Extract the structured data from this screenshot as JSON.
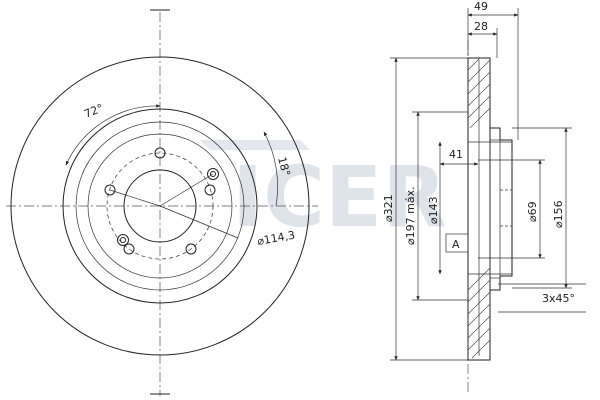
{
  "watermark": {
    "text": "ICER",
    "color": "#dfe3ea"
  },
  "front_view": {
    "angle_72": "72°",
    "angle_18": "18°",
    "pcd": "⌀114,3"
  },
  "side_view": {
    "width_49": "49",
    "width_28": "28",
    "offset_41": "41",
    "dia_321": "⌀321",
    "dia_197": "⌀197 máx.",
    "dia_143": "⌀143",
    "dia_69": "⌀69",
    "dia_156": "⌀156",
    "label_a": "A",
    "chamfer": "3x45°"
  }
}
